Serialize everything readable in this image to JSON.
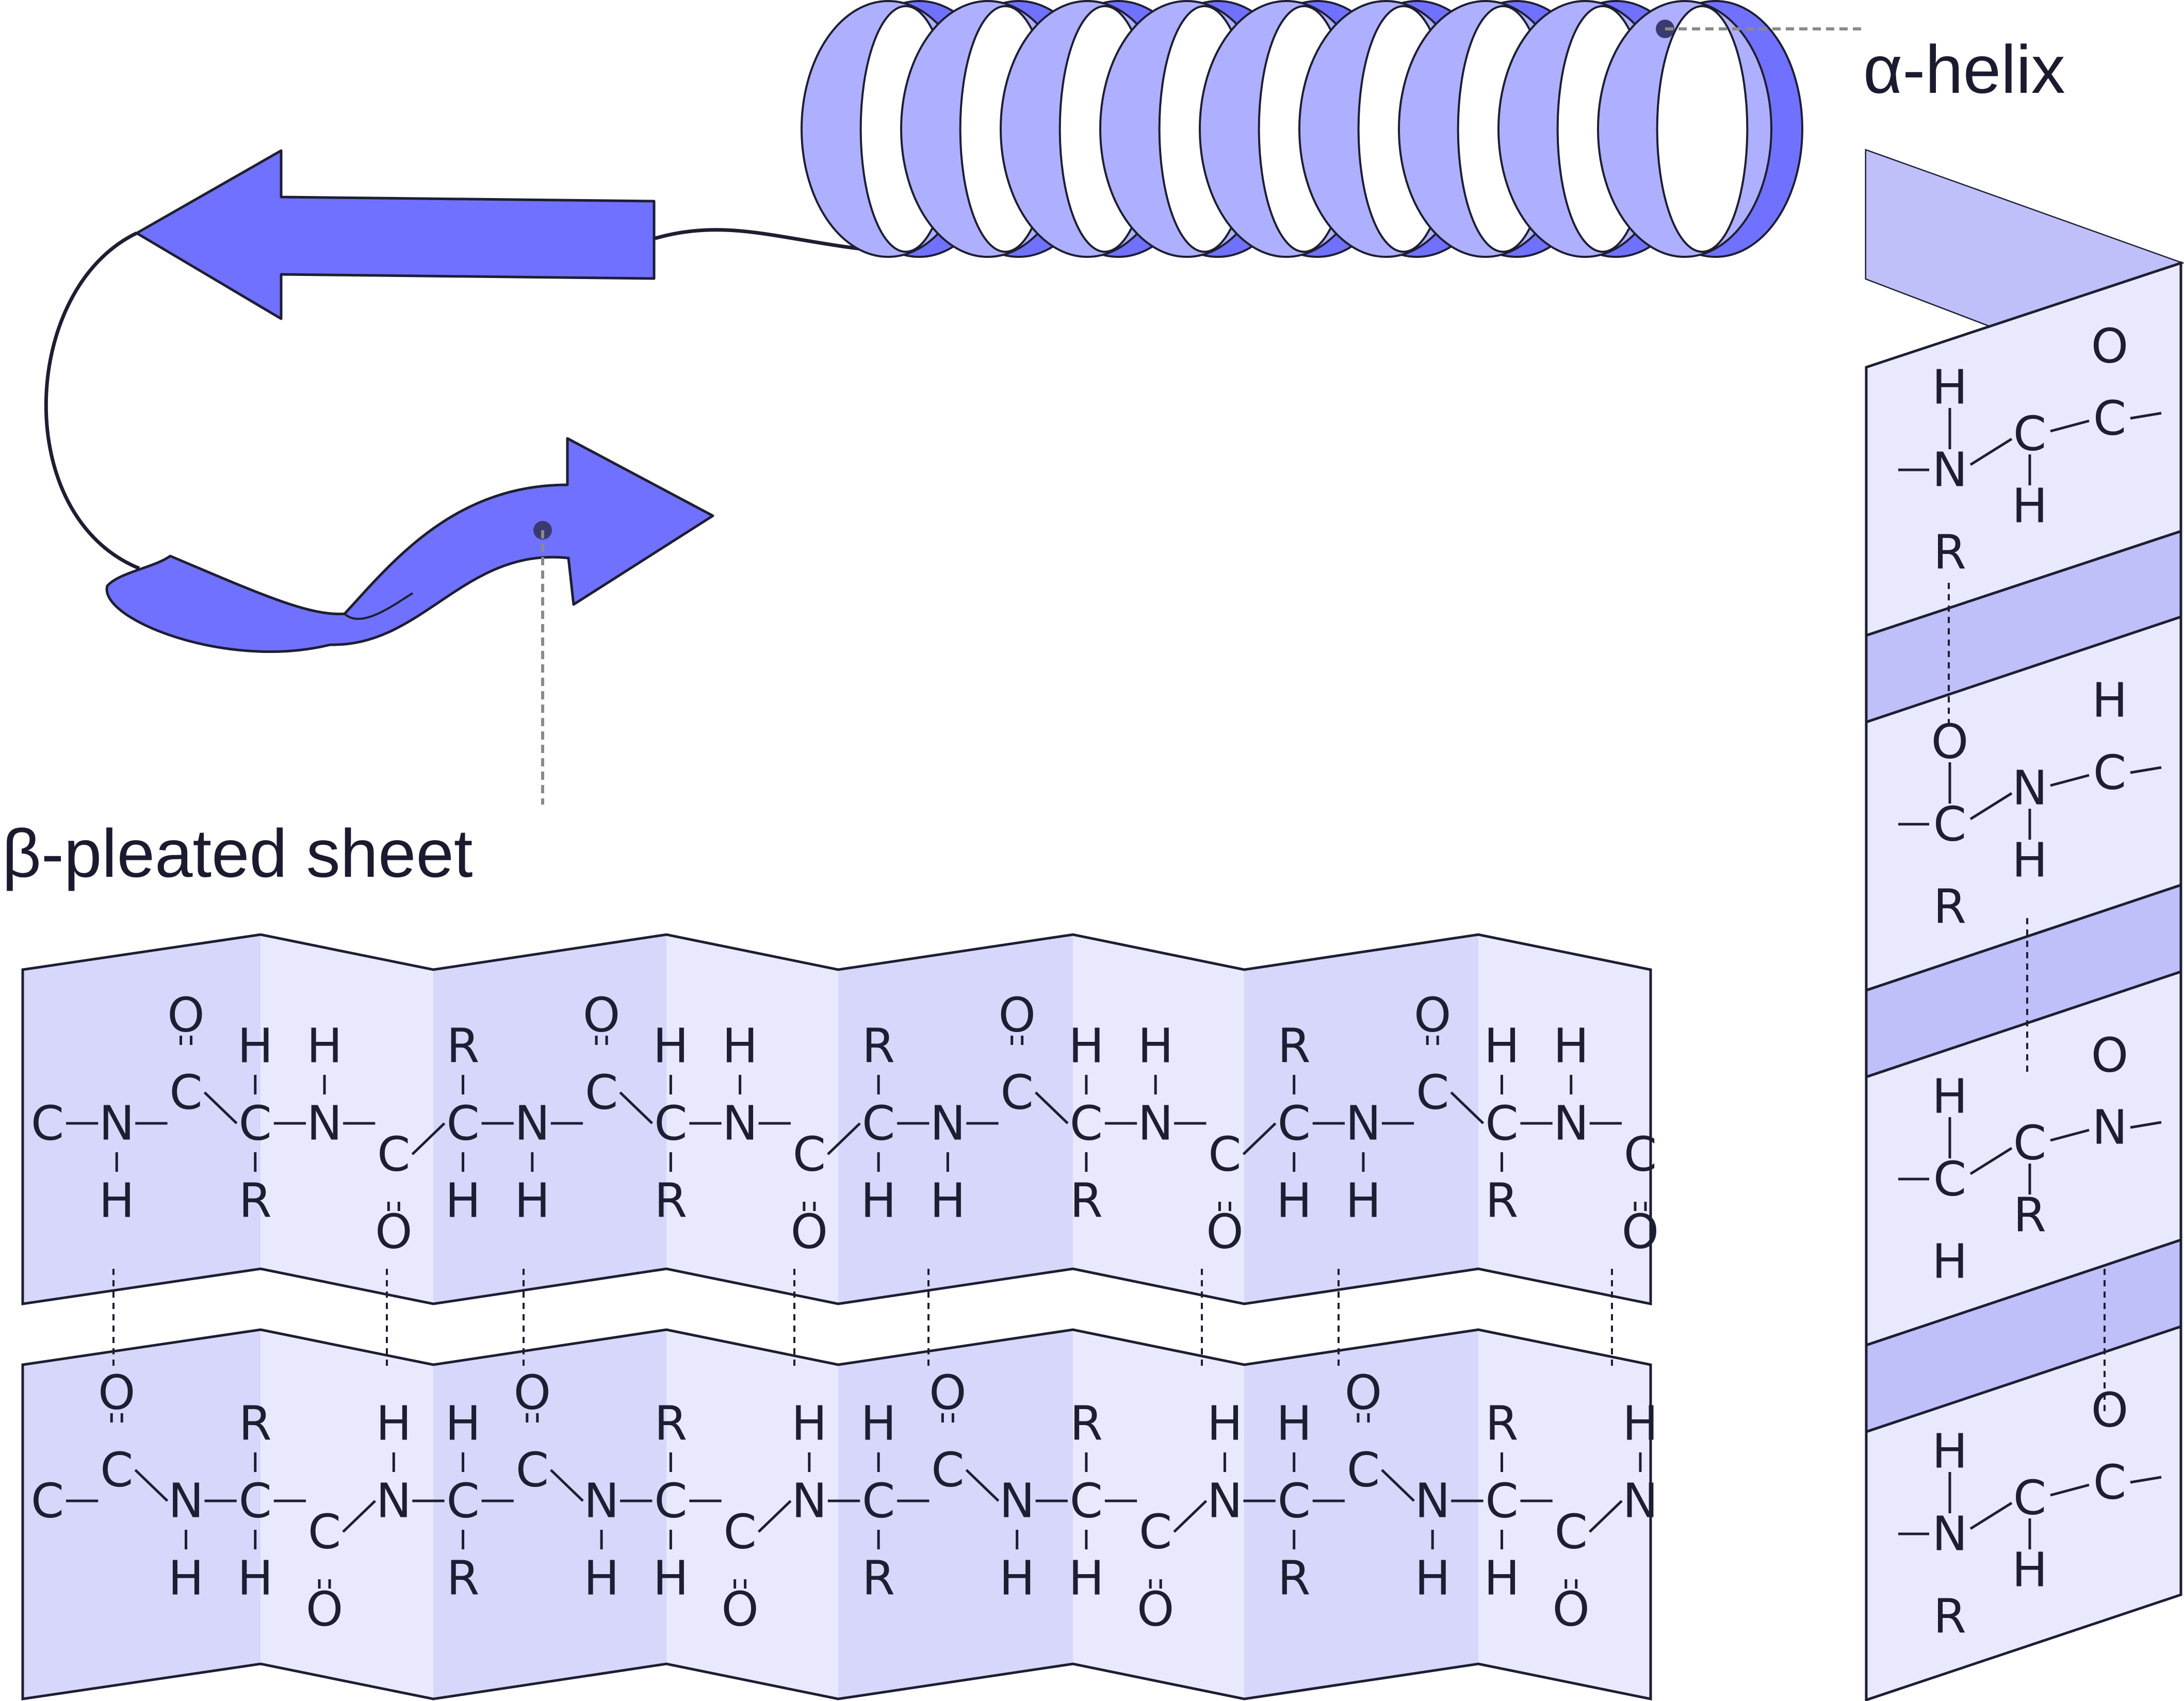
{
  "labels": {
    "alpha_helix": "α-helix",
    "beta_sheet": "β-pleated sheet"
  },
  "colors": {
    "ribbon_dark": "#7072ff",
    "ribbon_light": "#aeb0ff",
    "panel_dark": "#d6d7fb",
    "panel_light": "#e9e9fd",
    "panel_edge": "#bfc0fa",
    "outline": "#1e1e32",
    "leader_line": "#8a8a8a"
  },
  "beta_sheet": {
    "strand_top": {
      "backbone": [
        "C",
        "N",
        "C",
        "C",
        "N",
        "C",
        "C",
        "N",
        "C",
        "C",
        "N",
        "C",
        "C",
        "N",
        "C",
        "C",
        "N",
        "C",
        "C",
        "N",
        "C",
        "C",
        "N",
        "C"
      ],
      "above": [
        "",
        "",
        "O",
        "H",
        "H",
        "",
        "R",
        "",
        "O",
        "H",
        "H",
        "",
        "R",
        "",
        "O",
        "H",
        "H",
        "",
        "R",
        "",
        "O",
        "H",
        "H",
        ""
      ],
      "below": [
        "",
        "H",
        "",
        "R",
        "",
        "O",
        "H",
        "H",
        "",
        "R",
        "",
        "O",
        "H",
        "H",
        "",
        "R",
        "",
        "O",
        "H",
        "H",
        "",
        "R",
        "",
        "O"
      ]
    },
    "strand_bottom": {
      "backbone": [
        "C",
        "C",
        "N",
        "C",
        "C",
        "N",
        "C",
        "C",
        "N",
        "C",
        "C",
        "N",
        "C",
        "C",
        "N",
        "C",
        "C",
        "N",
        "C",
        "C",
        "N",
        "C",
        "C",
        "N"
      ],
      "above": [
        "",
        "O",
        "",
        "R",
        "",
        "H",
        "H",
        "O",
        "",
        "R",
        "",
        "H",
        "H",
        "O",
        "",
        "R",
        "",
        "H",
        "H",
        "O",
        "",
        "R",
        "",
        "H"
      ],
      "below": [
        "",
        "",
        "H",
        "H",
        "O",
        "",
        "R",
        "",
        "H",
        "H",
        "O",
        "",
        "R",
        "",
        "H",
        "H",
        "O",
        "",
        "R",
        "",
        "H",
        "H",
        "O",
        ""
      ]
    }
  },
  "alpha_helix": {
    "panels": [
      {
        "atoms": [
          "H",
          "O",
          "N",
          "C",
          "C",
          "H",
          "R"
        ]
      },
      {
        "atoms": [
          "O",
          "H",
          "C",
          "N",
          "C",
          "H",
          "R"
        ]
      },
      {
        "atoms": [
          "H",
          "O",
          "C",
          "C",
          "N",
          "R",
          "H"
        ]
      },
      {
        "atoms": [
          "H",
          "O",
          "N",
          "C",
          "C",
          "H",
          "R"
        ]
      }
    ]
  }
}
